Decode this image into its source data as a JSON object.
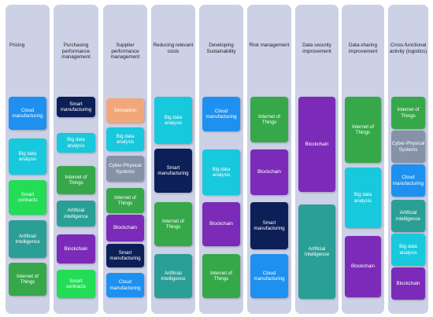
{
  "colors": {
    "cloud": "#1e90ef",
    "bigdata": "#18c8dc",
    "smartcontracts": "#22dd55",
    "ai": "#2a9f95",
    "iot": "#36a84a",
    "smartmfg": "#0d1f57",
    "blockchain": "#7b2bb8",
    "simulation": "#f2a77a",
    "cps": "#8592a8",
    "column": "#cdd1e6"
  },
  "columns": [
    {
      "header": "Pricing",
      "items": [
        {
          "label": "Cloud\nmanufacturing",
          "color": "cloud"
        },
        {
          "label": "Big data\nanalysis",
          "color": "bigdata"
        },
        {
          "label": "Smart\ncontracts",
          "color": "smartcontracts"
        },
        {
          "label": "Artificial\nIntelligence",
          "color": "ai"
        },
        {
          "label": "Internet of\nThings",
          "color": "iot"
        }
      ]
    },
    {
      "header": "Purchasing\nperformance\nmanagement",
      "items": [
        {
          "label": "Smart\nmanufacturing",
          "color": "smartmfg"
        },
        {
          "label": "Big data\nanalysis",
          "color": "bigdata"
        },
        {
          "label": "Internet of\nThings",
          "color": "iot"
        },
        {
          "label": "Artificial\nintelligence",
          "color": "ai"
        },
        {
          "label": "Blockchain",
          "color": "blockchain"
        },
        {
          "label": "Smart\ncontracts",
          "color": "smartcontracts"
        }
      ]
    },
    {
      "header": "Supplier\nperformance\nmanagement",
      "items": [
        {
          "label": "Simulation",
          "color": "simulation"
        },
        {
          "label": "Big data\nanalysis",
          "color": "bigdata"
        },
        {
          "label": "Cyber-Physical\nSystems",
          "color": "cps"
        },
        {
          "label": "Internet of\nThings",
          "color": "iot"
        },
        {
          "label": "Blockchain",
          "color": "blockchain"
        },
        {
          "label": "Smart\nmanufacturing",
          "color": "smartmfg"
        },
        {
          "label": "Cloud\nmanufacturing",
          "color": "cloud"
        }
      ]
    },
    {
      "header": "Reducing relevant\ncosts",
      "items": [
        {
          "label": "Big data\nanalysis",
          "color": "bigdata"
        },
        {
          "label": "Smart\nmanufacturing",
          "color": "smartmfg"
        },
        {
          "label": "Internet of\nThings",
          "color": "iot"
        },
        {
          "label": "Artificial\nIntelligence",
          "color": "ai"
        }
      ]
    },
    {
      "header": "Developing\nSustainability",
      "items": [
        {
          "label": "Cloud\nmanufacturing",
          "color": "cloud"
        },
        {
          "label": "Big data\nanalysis",
          "color": "bigdata"
        },
        {
          "label": "Blockchain",
          "color": "blockchain"
        },
        {
          "label": "Internet of\nThings",
          "color": "iot"
        }
      ]
    },
    {
      "header": "Risk management",
      "items": [
        {
          "label": "Internet of\nThings",
          "color": "iot"
        },
        {
          "label": "Blockchain",
          "color": "blockchain"
        },
        {
          "label": "Smart\nmanufacturing",
          "color": "smartmfg"
        },
        {
          "label": "Cloud\nmanufacturing",
          "color": "cloud"
        }
      ]
    },
    {
      "header": "Data security\nimprovement",
      "items": [
        {
          "label": "Blockchain",
          "color": "blockchain"
        },
        {
          "label": "Artificial\nIntelligence",
          "color": "ai"
        }
      ]
    },
    {
      "header": "Data-sharing\nimprovement",
      "items": [
        {
          "label": "Internet of\nThings",
          "color": "iot"
        },
        {
          "label": "Big data\nanalysis",
          "color": "bigdata"
        },
        {
          "label": "Blockchain",
          "color": "blockchain"
        }
      ]
    },
    {
      "header": "Cross-functional\nactivity (logistics)",
      "items": [
        {
          "label": "Internet of\nThings",
          "color": "iot"
        },
        {
          "label": "Cyber-Physical\nSystems",
          "color": "cps"
        },
        {
          "label": "Cloud\nmanufacturing",
          "color": "cloud"
        },
        {
          "label": "Artificial\nintelligence",
          "color": "ai"
        },
        {
          "label": "Big data\nanalysis",
          "color": "bigdata"
        },
        {
          "label": "Blockchain",
          "color": "blockchain"
        }
      ]
    }
  ]
}
